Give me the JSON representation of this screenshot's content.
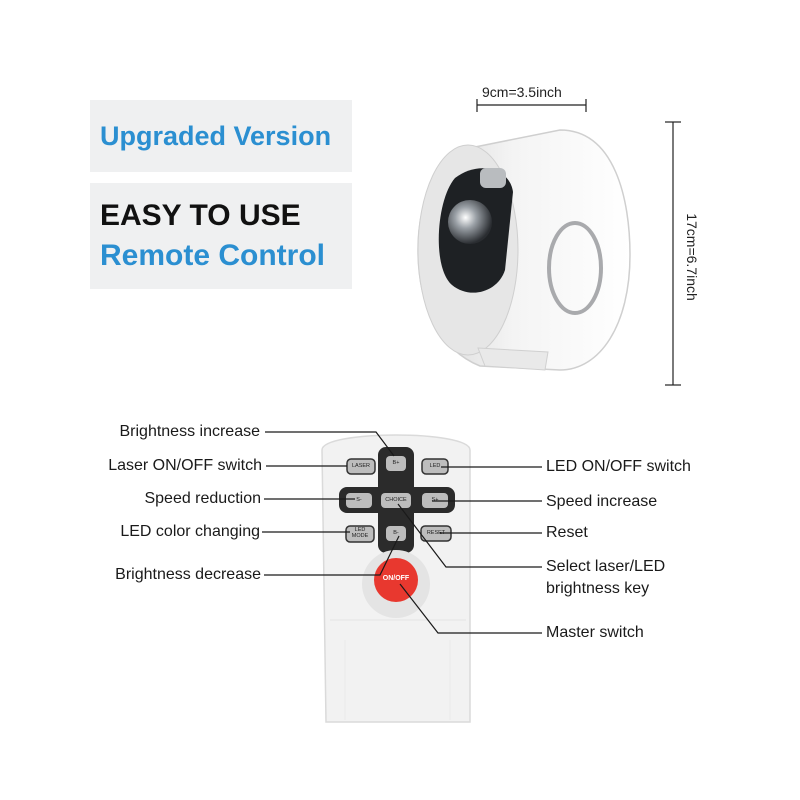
{
  "banner": {
    "upgraded": "Upgraded Version",
    "easy": "EASY TO USE",
    "remote": "Remote Control"
  },
  "dimensions": {
    "width": "9cm=3.5inch",
    "height": "17cm=6.7inch"
  },
  "remote_buttons": {
    "laser": "LASER",
    "b_plus": "B+",
    "led": "LED",
    "s_minus": "S-",
    "choice": "CHOICE",
    "s_plus": "S+",
    "led_mode": "LED MODE",
    "b_minus": "B-",
    "reset": "RESET",
    "power": "ON/OFF"
  },
  "callouts": {
    "brightness_increase": "Brightness increase",
    "laser_switch": "Laser ON/OFF switch",
    "speed_reduction": "Speed reduction",
    "led_color": "LED color changing",
    "brightness_decrease": "Brightness decrease",
    "led_switch": "LED ON/OFF switch",
    "speed_increase": "Speed increase",
    "reset": "Reset",
    "select_line1": "Select laser/LED",
    "select_line2": "brightness key",
    "master_switch": "Master switch"
  },
  "colors": {
    "accent_blue": "#2b8fd1",
    "power_red": "#e8382f",
    "panel_gray": "#eff0f1"
  }
}
